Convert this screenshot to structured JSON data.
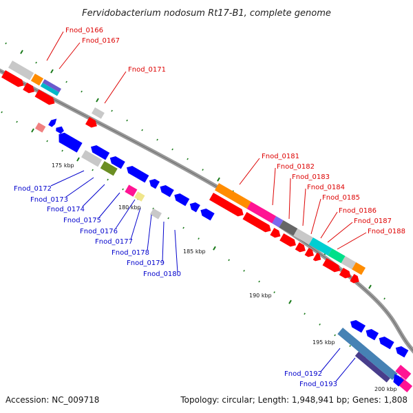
{
  "title": "Fervidobacterium nodosum Rt17-B1, complete genome",
  "footer": {
    "accession": "Accession: NC_009718",
    "summary": "Topology: circular; Length: 1,948,941 bp; Genes: 1,808"
  },
  "ticks": [
    "175 kbp",
    "180 kbp",
    "185 kbp",
    "190 kbp",
    "195 kbp",
    "200 kbp"
  ],
  "labels_forward": [
    "Fnod_0166",
    "Fnod_0167",
    "Fnod_0171",
    "Fnod_0181",
    "Fnod_0182",
    "Fnod_0183",
    "Fnod_0184",
    "Fnod_0185",
    "Fnod_0186",
    "Fnod_0187",
    "Fnod_0188"
  ],
  "labels_reverse": [
    "Fnod_0172",
    "Fnod_0173",
    "Fnod_0174",
    "Fnod_0175",
    "Fnod_0176",
    "Fnod_0177",
    "Fnod_0178",
    "Fnod_0179",
    "Fnod_0180",
    "Fnod_0192",
    "Fnod_0193"
  ],
  "colors": {
    "cds_forward": "#ff0000",
    "cds_reverse": "#0000ff",
    "backbone": "#888888",
    "gc_skew": "#1a7a1a",
    "label_forward": "#dd0000",
    "label_reverse": "#0000cc"
  }
}
